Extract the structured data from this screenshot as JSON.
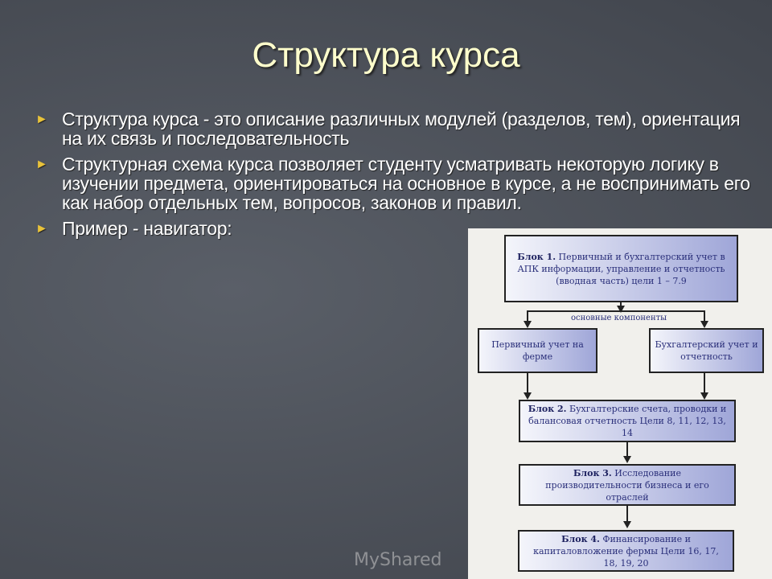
{
  "title": "Структура курса",
  "bullets": [
    "Структура курса - это описание различных модулей (разделов, тем), ориентация на их связь и последовательность",
    "Структурная схема курса позволяет студенту усматривать некоторую логику в изучении предмета, ориентироваться на основное в курсе, а не воспринимать его как набор отдельных тем, вопросов, законов и правил.",
    "Пример - навигатор:"
  ],
  "bullet_icon": "triangle-right",
  "diagram": {
    "block1": {
      "head": "Блок 1.",
      "text": "Первичный и бухгалтерский учет в АПК информации, управление и отчетность (вводная часть) цели 1 – 7.9"
    },
    "components_label": "основные компоненты",
    "left": "Первичный учет на ферме",
    "right": "Бухгалтерский учет и отчетность",
    "block2": {
      "head": "Блок 2.",
      "text": "Бухгалтерские счета, проводки и балансовая отчетность Цели 8, 11, 12, 13, 14"
    },
    "block3": {
      "head": "Блок 3.",
      "text": "Исследование производительности бизнеса и его отраслей"
    },
    "block4": {
      "head": "Блок 4.",
      "text": "Финансирование и капиталовложение фермы Цели 16, 17, 18, 19, 20"
    }
  },
  "watermark": "MyShared"
}
